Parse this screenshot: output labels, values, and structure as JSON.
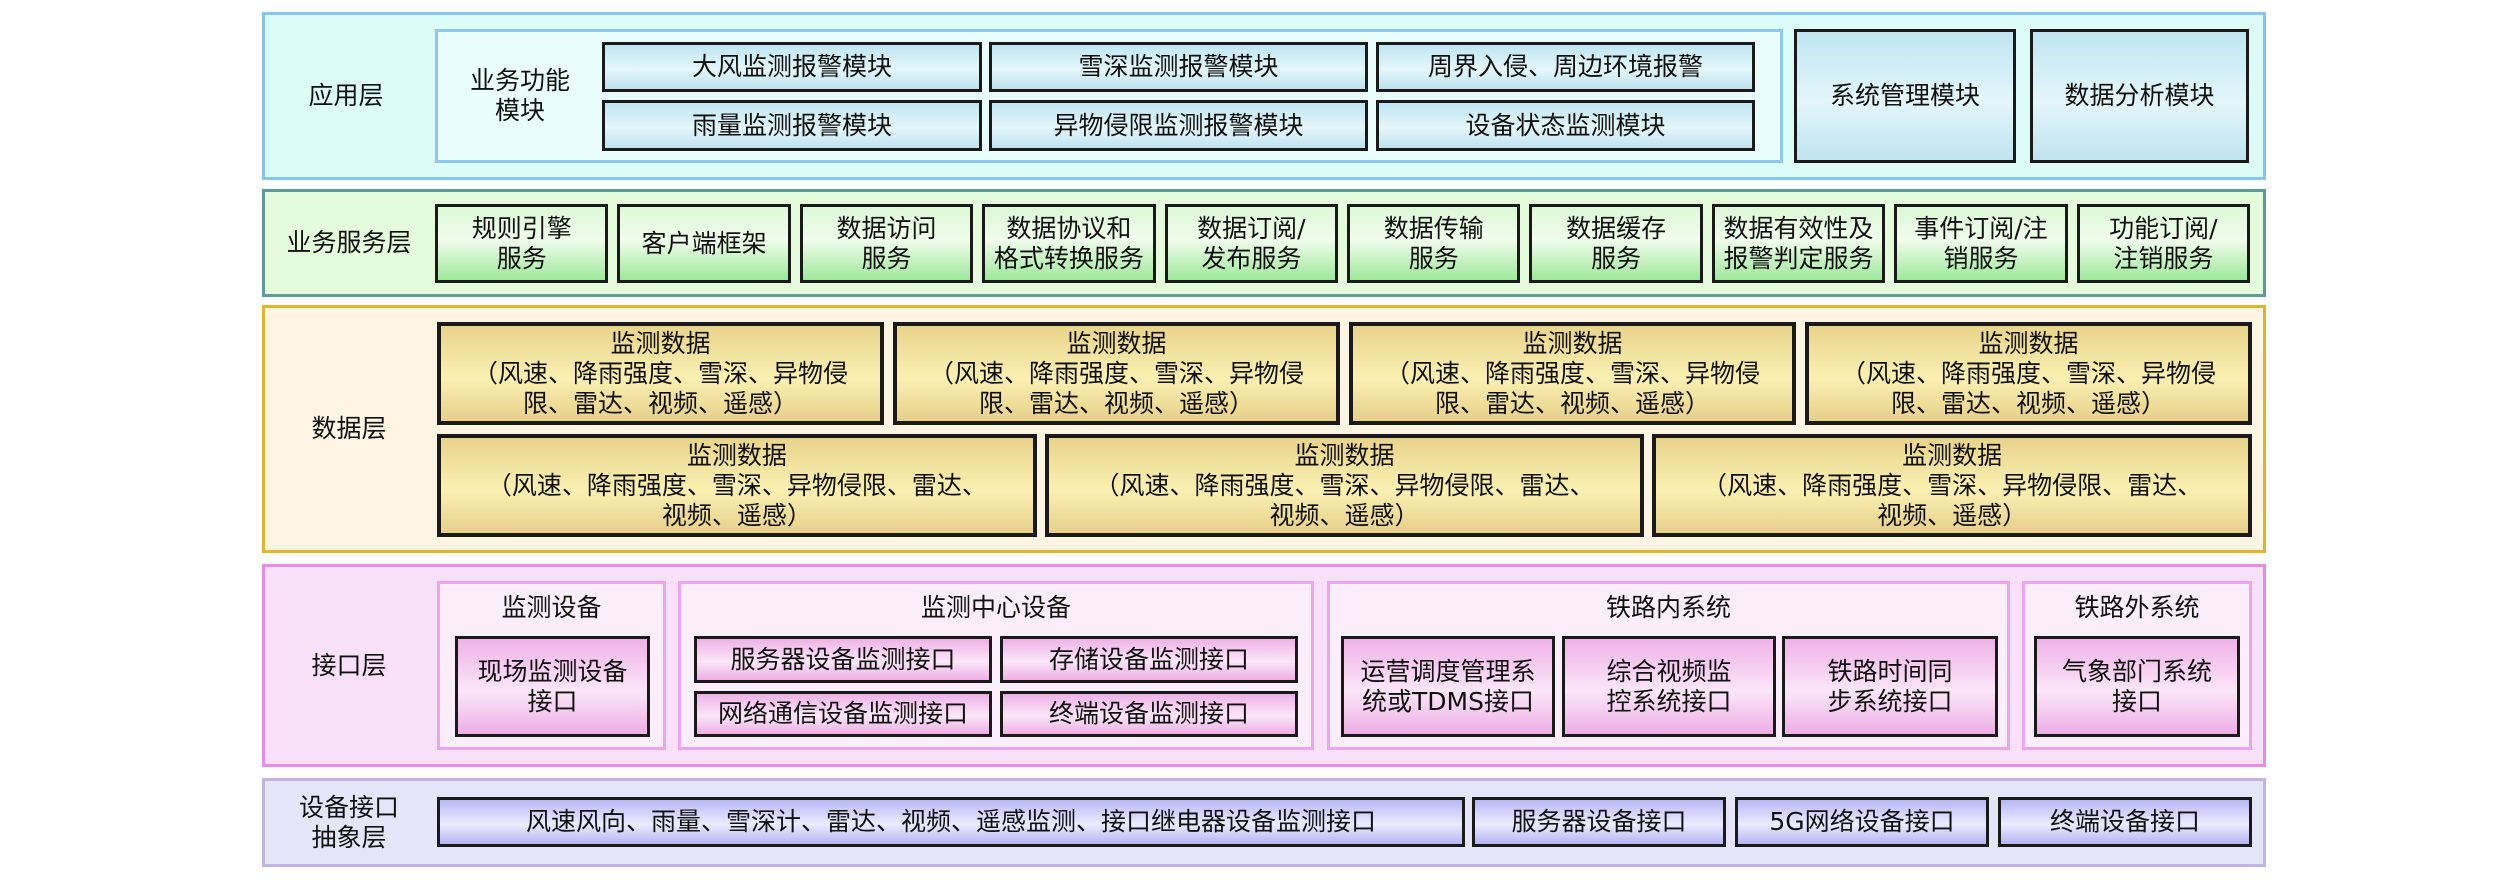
{
  "colors": {
    "application": "#dcfcf8",
    "service": "#e4fcdc",
    "data": "#fdf5e4",
    "interface": "#f8e0f9",
    "device": "#e6e4f9"
  },
  "application_layer": {
    "label": "应用层",
    "function_group": {
      "label": "业务功能\n模块",
      "modules": [
        "大风监测报警模块",
        "雪深监测报警模块",
        "周界入侵、周边环境报警",
        "雨量监测报警模块",
        "异物侵限监测报警模块",
        "设备状态监测模块"
      ]
    },
    "system_management": "系统管理模块",
    "data_analysis": "数据分析模块"
  },
  "service_layer": {
    "label": "业务服务层",
    "services": [
      "规则引擎\n服务",
      "客户端框架",
      "数据访问\n服务",
      "数据协议和\n格式转换服务",
      "数据订阅/\n发布服务",
      "数据传输\n服务",
      "数据缓存\n服务",
      "数据有效性及\n报警判定服务",
      "事件订阅/注\n销服务",
      "功能订阅/\n注销服务"
    ]
  },
  "data_layer": {
    "label": "数据层",
    "row1": [
      {
        "title": "监测数据",
        "detail": "（风速、降雨强度、雪深、异物侵\n限、雷达、视频、遥感）"
      },
      {
        "title": "监测数据",
        "detail": "（风速、降雨强度、雪深、异物侵\n限、雷达、视频、遥感）"
      },
      {
        "title": "监测数据",
        "detail": "（风速、降雨强度、雪深、异物侵\n限、雷达、视频、遥感）"
      },
      {
        "title": "监测数据",
        "detail": "（风速、降雨强度、雪深、异物侵\n限、雷达、视频、遥感）"
      }
    ],
    "row2": [
      {
        "title": "监测数据",
        "detail": "（风速、降雨强度、雪深、异物侵限、雷达、\n视频、遥感）"
      },
      {
        "title": "监测数据",
        "detail": "（风速、降雨强度、雪深、异物侵限、雷达、\n视频、遥感）"
      },
      {
        "title": "监测数据",
        "detail": "（风速、降雨强度、雪深、异物侵限、雷达、\n视频、遥感）"
      }
    ]
  },
  "interface_layer": {
    "label": "接口层",
    "groups": [
      {
        "title": "监测设备",
        "items": [
          "现场监测设备\n接口"
        ]
      },
      {
        "title": "监测中心设备",
        "items": [
          "服务器设备监测接口",
          "存储设备监测接口",
          "网络通信设备监测接口",
          "终端设备监测接口"
        ]
      },
      {
        "title": "铁路内系统",
        "items": [
          "运营调度管理系\n统或TDMS接口",
          "综合视频监\n控系统接口",
          "铁路时间同\n步系统接口"
        ]
      },
      {
        "title": "铁路外系统",
        "items": [
          "气象部门系统\n接口"
        ]
      }
    ]
  },
  "device_layer": {
    "label": "设备接口\n抽象层",
    "items": [
      "风速风向、雨量、雪深计、雷达、视频、遥感监测、接口继电器设备监测接口",
      "服务器设备接口",
      "5G网络设备接口",
      "终端设备接口"
    ]
  }
}
